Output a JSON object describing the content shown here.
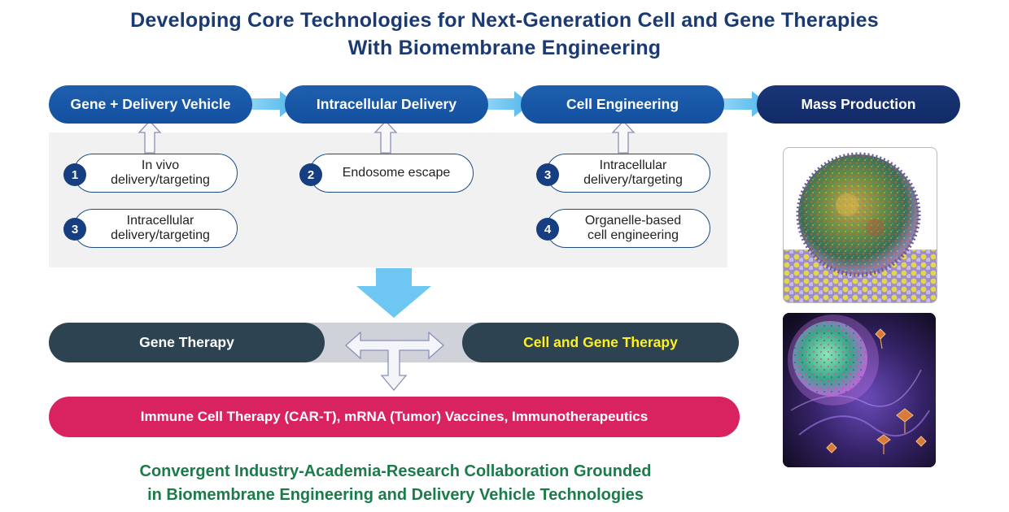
{
  "header": {
    "title_line1": "Developing Core Technologies for Next-Generation Cell and Gene Therapies",
    "title_line2": "With Biomembrane Engineering"
  },
  "pipeline": {
    "steps": [
      {
        "label": "Gene + Delivery Vehicle"
      },
      {
        "label": "Intracellular Delivery"
      },
      {
        "label": "Cell Engineering"
      },
      {
        "label": "Mass Production"
      }
    ]
  },
  "technologies": [
    {
      "number": "1",
      "line1": "In vivo",
      "line2": "delivery/targeting"
    },
    {
      "number": "3",
      "line1": "Intracellular",
      "line2": "delivery/targeting"
    },
    {
      "number": "2",
      "line1": "Endosome escape",
      "line2": ""
    },
    {
      "number": "3",
      "line1": "Intracellular",
      "line2": "delivery/targeting"
    },
    {
      "number": "4",
      "line1": "Organelle-based",
      "line2": "cell engineering"
    }
  ],
  "therapies": {
    "left": "Gene Therapy",
    "right": "Cell and Gene Therapy",
    "applications": "Immune Cell Therapy (CAR-T), mRNA (Tumor) Vaccines, Immunotherapeutics"
  },
  "footer": {
    "line1": "Convergent Industry-Academia-Research Collaboration Grounded",
    "line2": "in Biomembrane Engineering and Delivery Vehicle Technologies"
  },
  "colors": {
    "title": "#1b3a72",
    "pipeline": "#1d5fae",
    "pipeline_dark": "#112a66",
    "arrow": "#6ec6f2",
    "therapy_bar": "#2d4352",
    "highlight_text": "#fff21c",
    "application_bar": "#d92360",
    "footer": "#1d7a4a"
  },
  "illustrations": [
    {
      "icon": "lipid-nanoparticle-illustration"
    },
    {
      "icon": "cell-virus-illustration"
    }
  ]
}
